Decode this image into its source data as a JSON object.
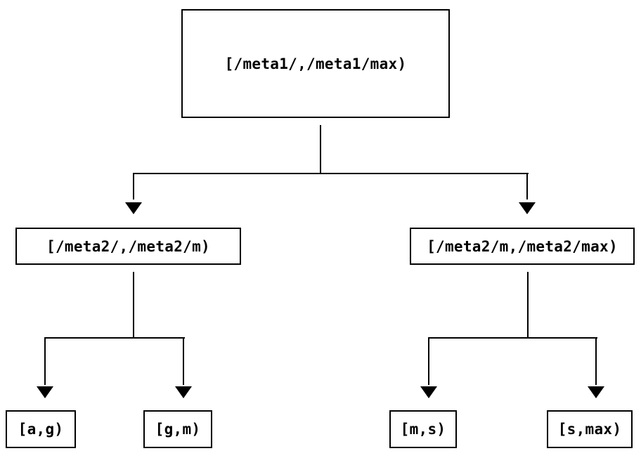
{
  "diagram": {
    "background_color": "#ffffff",
    "line_color": "#000000",
    "text_color": "#000000",
    "nodes": {
      "root": {
        "label": "[/meta1/,/meta1/max)"
      },
      "level2_left": {
        "label": "[/meta2/,/meta2/m)"
      },
      "level2_right": {
        "label": "[/meta2/m,/meta2/max)"
      },
      "leaf_a_g": {
        "label": "[a,g)"
      },
      "leaf_g_m": {
        "label": "[g,m)"
      },
      "leaf_m_s": {
        "label": "[m,s)"
      },
      "leaf_s_max": {
        "label": "[s,max)"
      }
    },
    "edges": [
      {
        "from": "root",
        "to": "level2_left"
      },
      {
        "from": "root",
        "to": "level2_right"
      },
      {
        "from": "level2_left",
        "to": "leaf_a_g"
      },
      {
        "from": "level2_left",
        "to": "leaf_g_m"
      },
      {
        "from": "level2_right",
        "to": "leaf_m_s"
      },
      {
        "from": "level2_right",
        "to": "leaf_s_max"
      }
    ]
  }
}
